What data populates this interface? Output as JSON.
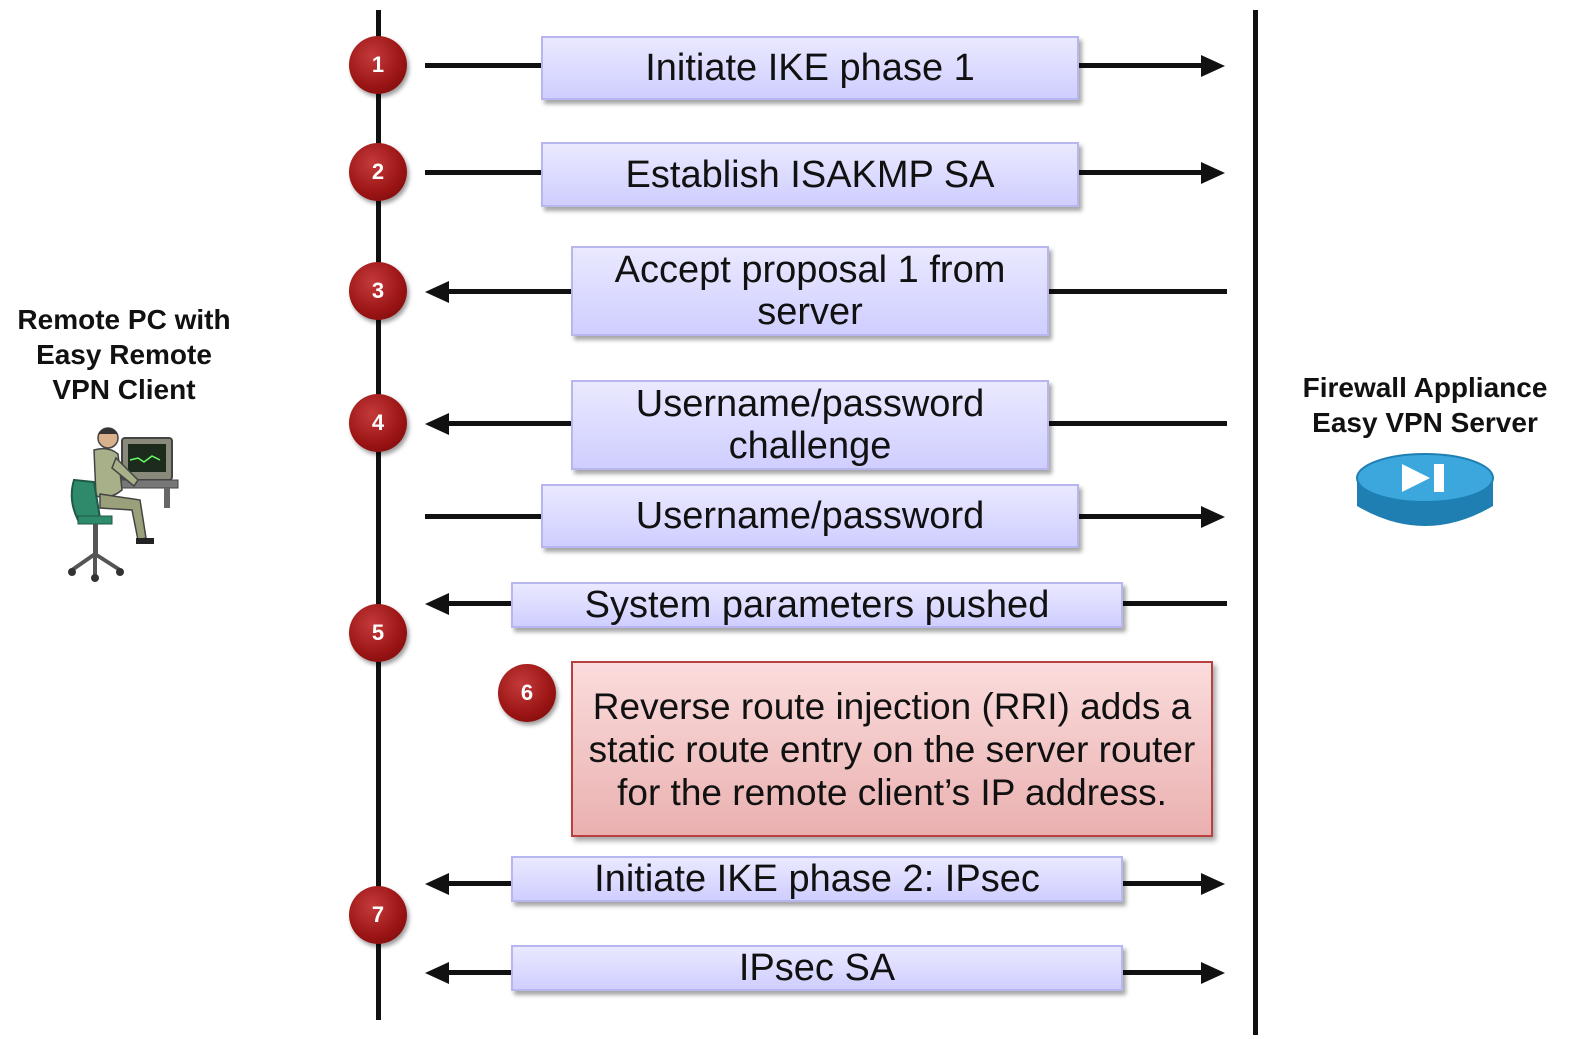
{
  "client": {
    "label_lines": [
      "Remote PC with",
      "Easy Remote",
      "VPN Client"
    ],
    "icon": "person-at-computer-icon"
  },
  "server": {
    "label_lines": [
      "Firewall Appliance",
      "Easy VPN Server"
    ],
    "icon": "firewall-appliance-icon"
  },
  "colors": {
    "message_box": "#d9d8ff",
    "note_box": "#f2c4c4",
    "step_badge": "#9a1414",
    "line": "#111111"
  },
  "steps": [
    "1",
    "2",
    "3",
    "4",
    "5",
    "6",
    "7"
  ],
  "messages": [
    {
      "text": "Initiate IKE phase 1",
      "direction": "to-server"
    },
    {
      "text": "Establish ISAKMP SA",
      "direction": "to-server"
    },
    {
      "text": "Accept proposal 1 from server",
      "direction": "to-client"
    },
    {
      "text": "Username/password challenge",
      "direction": "to-client"
    },
    {
      "text": "Username/password",
      "direction": "to-server"
    },
    {
      "text": "System parameters pushed",
      "direction": "to-client"
    },
    {
      "text": "Initiate IKE phase 2: IPsec",
      "direction": "both"
    },
    {
      "text": "IPsec SA",
      "direction": "both"
    }
  ],
  "note": {
    "step": "6",
    "text": "Reverse route injection (RRI) adds a static route entry on the server router for the remote client’s IP address."
  }
}
